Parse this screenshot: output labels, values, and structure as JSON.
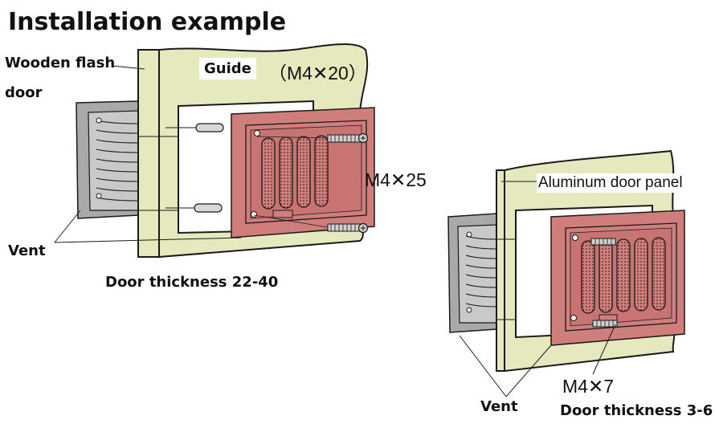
{
  "title": "Installation example",
  "labels": {
    "wooden_flash_door_line1": "Wooden flash",
    "wooden_flash_door_line2": "door",
    "guide": "Guide",
    "guide_size": "（M4✕20）",
    "screw_m4x25": "M4✕25",
    "vent_left": "Vent",
    "door_thickness_wood": "Door thickness 22-40",
    "aluminum_door_panel": "Aluminum door panel",
    "screw_m4x7": "M4✕7",
    "vent_right": "Vent",
    "door_thickness_aluminum": "Door thickness 3-6"
  },
  "colors": {
    "panel_beige": "#e6e8be",
    "vent_pink": "#cf7e7c",
    "vent_gray": "#a9a9a9",
    "outline": "#1a1a1a"
  }
}
